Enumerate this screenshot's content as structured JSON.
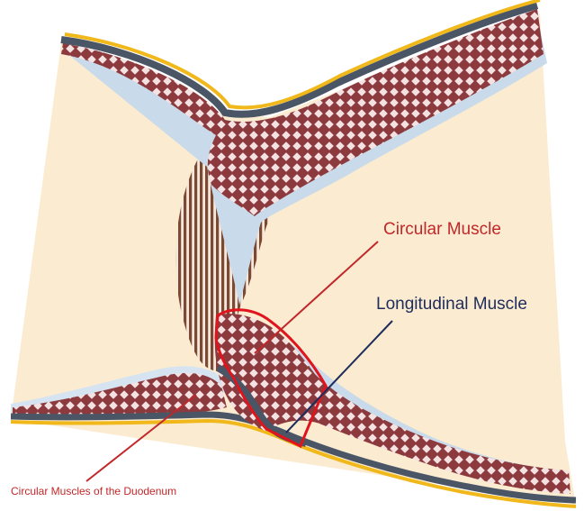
{
  "labels": {
    "circular_muscle": "Circular Muscle",
    "longitudinal_muscle": "Longitudinal Muscle",
    "duodenum_circular": "Circular Muscles of the Duodenum"
  },
  "colors": {
    "lumen_background": "#fbebd0",
    "muscle_base": "#8c3a3d",
    "muscle_diamond": "#f4e2e2",
    "sphincter_stripes": "#7a4a35",
    "submucosa_blue": "#c9daea",
    "longitudinal_dark": "#4a5565",
    "serosa_yellow": "#f0b81a",
    "label_red": "#c0282b",
    "label_navy": "#1f2d5c",
    "outline_red": "#e0141c"
  }
}
